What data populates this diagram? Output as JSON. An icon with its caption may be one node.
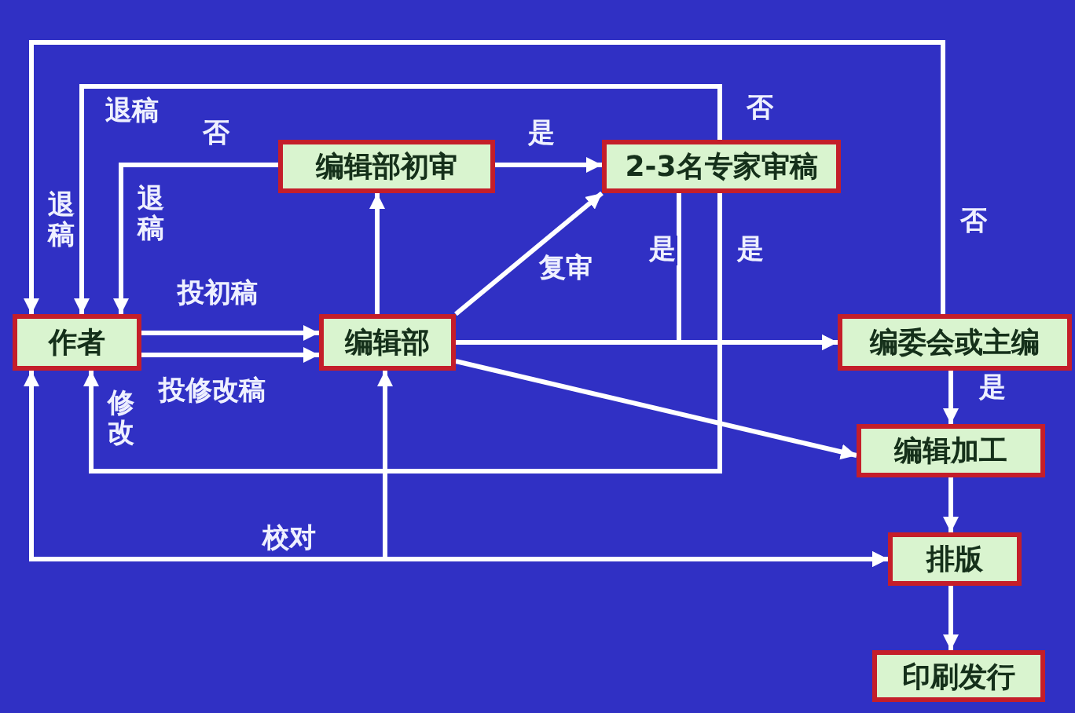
{
  "diagram": {
    "nodes": [
      {
        "text": [
          "作者"
        ]
      },
      {
        "text": [
          "编辑部初审"
        ]
      },
      {
        "text": [
          "2-3名专家审稿"
        ]
      },
      {
        "text": [
          "编辑部"
        ]
      },
      {
        "text": [
          "编委会或主编"
        ]
      },
      {
        "text": [
          "编辑加工"
        ]
      },
      {
        "text": [
          "排版"
        ]
      },
      {
        "text": [
          "印刷发行"
        ]
      }
    ],
    "edges": [
      {
        "from": 0,
        "to": 3,
        "arrow": "to",
        "label": "投初稿"
      },
      {
        "from": 0,
        "to": 3,
        "arrow": "to",
        "label": "投修改稿"
      },
      {
        "from": 3,
        "to": 1,
        "arrow": "to"
      },
      {
        "from": 1,
        "to": 0,
        "arrow": "to",
        "label": "否"
      },
      {
        "from": 1,
        "to": 2,
        "arrow": "to",
        "label": "是"
      },
      {
        "from": 3,
        "to": 2,
        "arrow": "to",
        "label": "复审"
      },
      {
        "from": 2,
        "to": 4,
        "arrow": "to",
        "label": "是"
      },
      {
        "from": 3,
        "to": 4,
        "arrow": "to"
      },
      {
        "from": 2,
        "to": 0,
        "arrow": "to",
        "label": "否"
      },
      {
        "from": 2,
        "to": 0,
        "arrow": "to",
        "label": "是"
      },
      {
        "from": 4,
        "to": 0,
        "arrow": "to",
        "label": "否"
      },
      {
        "from": 4,
        "to": 5,
        "arrow": "to",
        "label": "是"
      },
      {
        "from": 3,
        "to": 5,
        "arrow": "to"
      },
      {
        "from": 5,
        "to": 6,
        "arrow": "to"
      },
      {
        "from": 6,
        "to": 7,
        "arrow": "to"
      },
      {
        "from": 0,
        "to": 6,
        "arrow": "both",
        "label": "校对"
      },
      {
        "from": 3,
        "to": 6,
        "arrow": "both"
      }
    ],
    "labels": [
      "退稿",
      "退稿",
      "退稿",
      "修改"
    ]
  }
}
